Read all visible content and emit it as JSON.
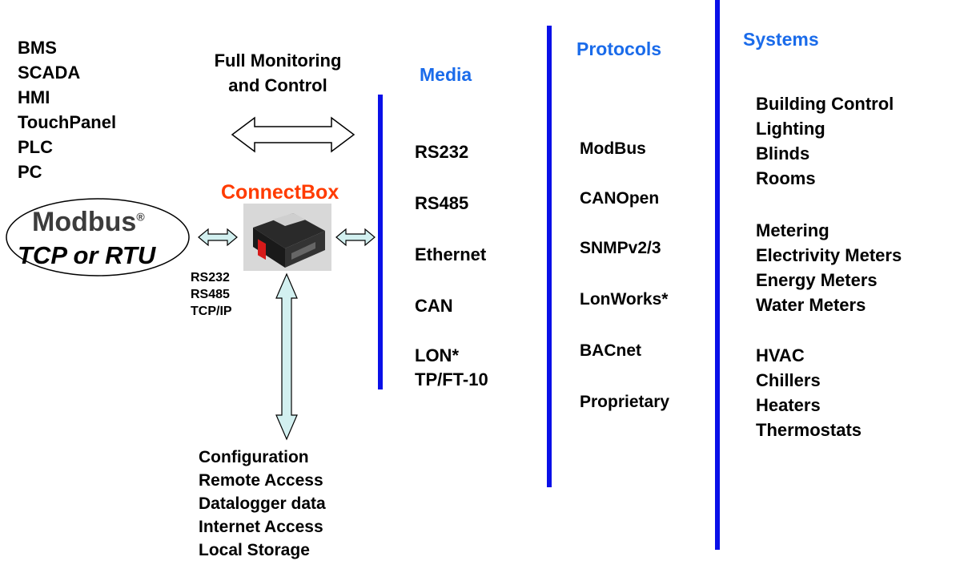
{
  "top_title_fragment": "",
  "clients": [
    "BMS",
    "SCADA",
    "HMI",
    "TouchPanel",
    "PLC",
    "PC"
  ],
  "monitoring_label": [
    "Full Monitoring",
    "and Control"
  ],
  "connectbox_label": "ConnectBox",
  "modbus_logo": {
    "word": "Modbus",
    "reg": "®",
    "sub": "TCP or RTU"
  },
  "modbus_interfaces": [
    "RS232",
    "RS485",
    "TCP/IP"
  ],
  "services": [
    "Configuration",
    "Remote Access",
    "Datalogger data",
    "Internet Access",
    "Local Storage"
  ],
  "media": {
    "title": "Media",
    "items": [
      "RS232",
      "RS485",
      "Ethernet",
      "CAN",
      "LON*",
      "TP/FT-10"
    ]
  },
  "protocols": {
    "title": "Protocols",
    "items": [
      "ModBus",
      "CANOpen",
      "SNMPv2/3",
      "LonWorks*",
      "BACnet",
      "Proprietary"
    ]
  },
  "systems": {
    "title": "Systems",
    "groups": [
      [
        "Building Control",
        "Lighting",
        "Blinds",
        "Rooms"
      ],
      [
        "Metering",
        "Electrivity Meters",
        "Energy Meters",
        "Water Meters"
      ],
      [
        "HVAC",
        "Chillers",
        "Heaters",
        "Thermostats"
      ]
    ]
  },
  "colors": {
    "line": "#0a10e8",
    "title_blue": "#1a6bea",
    "connectbox": "#ff3b00",
    "arrow_fill": "#d2f0f0"
  }
}
